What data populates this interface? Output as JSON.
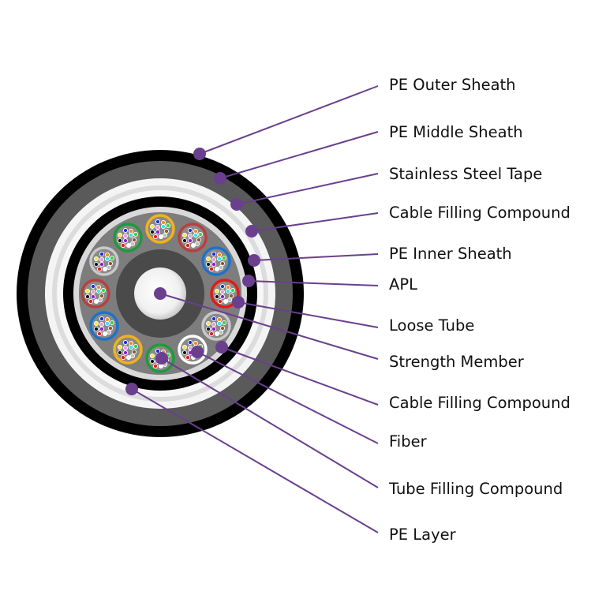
{
  "colors": {
    "leader": "#6a3f8e",
    "outer_sheath": "#000000",
    "middle_sheath": "#5a5a5a",
    "steel_tape": "#f4f4f4",
    "inner_sheath": "#000000",
    "filling": "#7d7d7d",
    "strength_member_ring": "#4a4a4a",
    "strength_member_core": "#ffffff"
  },
  "tube_colors": [
    "#f2b21b",
    "#b5413f",
    "#1e72c8",
    "#e01b1b",
    "#c9c9c9",
    "#ffffff",
    "#1f9a3a",
    "#f2b21b",
    "#1e72c8",
    "#b5413f",
    "#c9c9c9",
    "#1f9a3a"
  ],
  "fiber_colors": [
    "#1b2fd6",
    "#f28a22",
    "#f7e93a",
    "#e89ad8",
    "#2ee6e6",
    "#3bd43b",
    "#111111",
    "#8b1fc4",
    "#8b5a2b",
    "#e11b1b",
    "#ffffff",
    "#bdbdbd"
  ],
  "labels": [
    {
      "text": "PE Outer Sheath"
    },
    {
      "text": "PE Middle Sheath"
    },
    {
      "text": "Stainless Steel Tape"
    },
    {
      "text": "Cable Filling Compound"
    },
    {
      "text": "PE Inner Sheath"
    },
    {
      "text": "APL"
    },
    {
      "text": "Loose Tube"
    },
    {
      "text": "Strength Member"
    },
    {
      "text": "Cable Filling Compound"
    },
    {
      "text": "Fiber"
    },
    {
      "text": "Tube Filling Compound"
    },
    {
      "text": "PE Layer"
    }
  ]
}
